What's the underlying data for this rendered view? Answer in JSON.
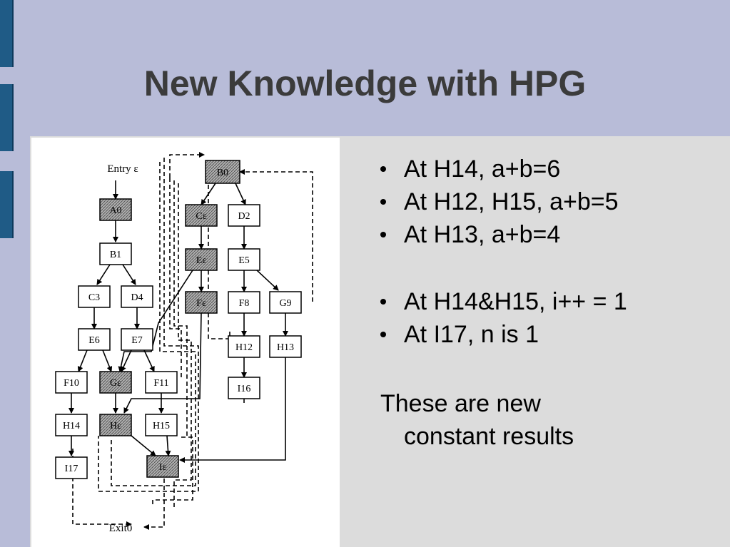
{
  "slide": {
    "title": "New Knowledge with HPG",
    "bullets": [
      "At H14, a+b=6",
      "At H12, H15, a+b=5",
      "At H13, a+b=4",
      "At H14&H15, i++ = 1",
      "At I17, n is 1"
    ],
    "note": {
      "line1": "These are new",
      "line2": "constant results"
    }
  },
  "diagram": {
    "entry_label": "Entry ε",
    "exit_label": "Exit0",
    "nodes": {
      "A0": "A0",
      "B1": "B1",
      "C3": "C3",
      "D4": "D4",
      "E6": "E6",
      "E7": "E7",
      "F10": "F10",
      "Ge": "Gε",
      "F11": "F11",
      "H14": "H14",
      "He": "Hε",
      "H15": "H15",
      "I17": "I17",
      "Ie": "Iε",
      "B0": "B0",
      "Ce": "Cε",
      "D2": "D2",
      "Ee": "Eε",
      "E5": "E5",
      "Fe": "Fε",
      "F8": "F8",
      "G9": "G9",
      "H12": "H12",
      "H13": "H13",
      "I16": "I16"
    }
  },
  "colors": {
    "background": "#b8bcd8",
    "accent_bar": "#1f5b86",
    "title": "#3b3b3b",
    "panel": "#dcdcdc",
    "shaded_node": "#a8a8a8"
  }
}
